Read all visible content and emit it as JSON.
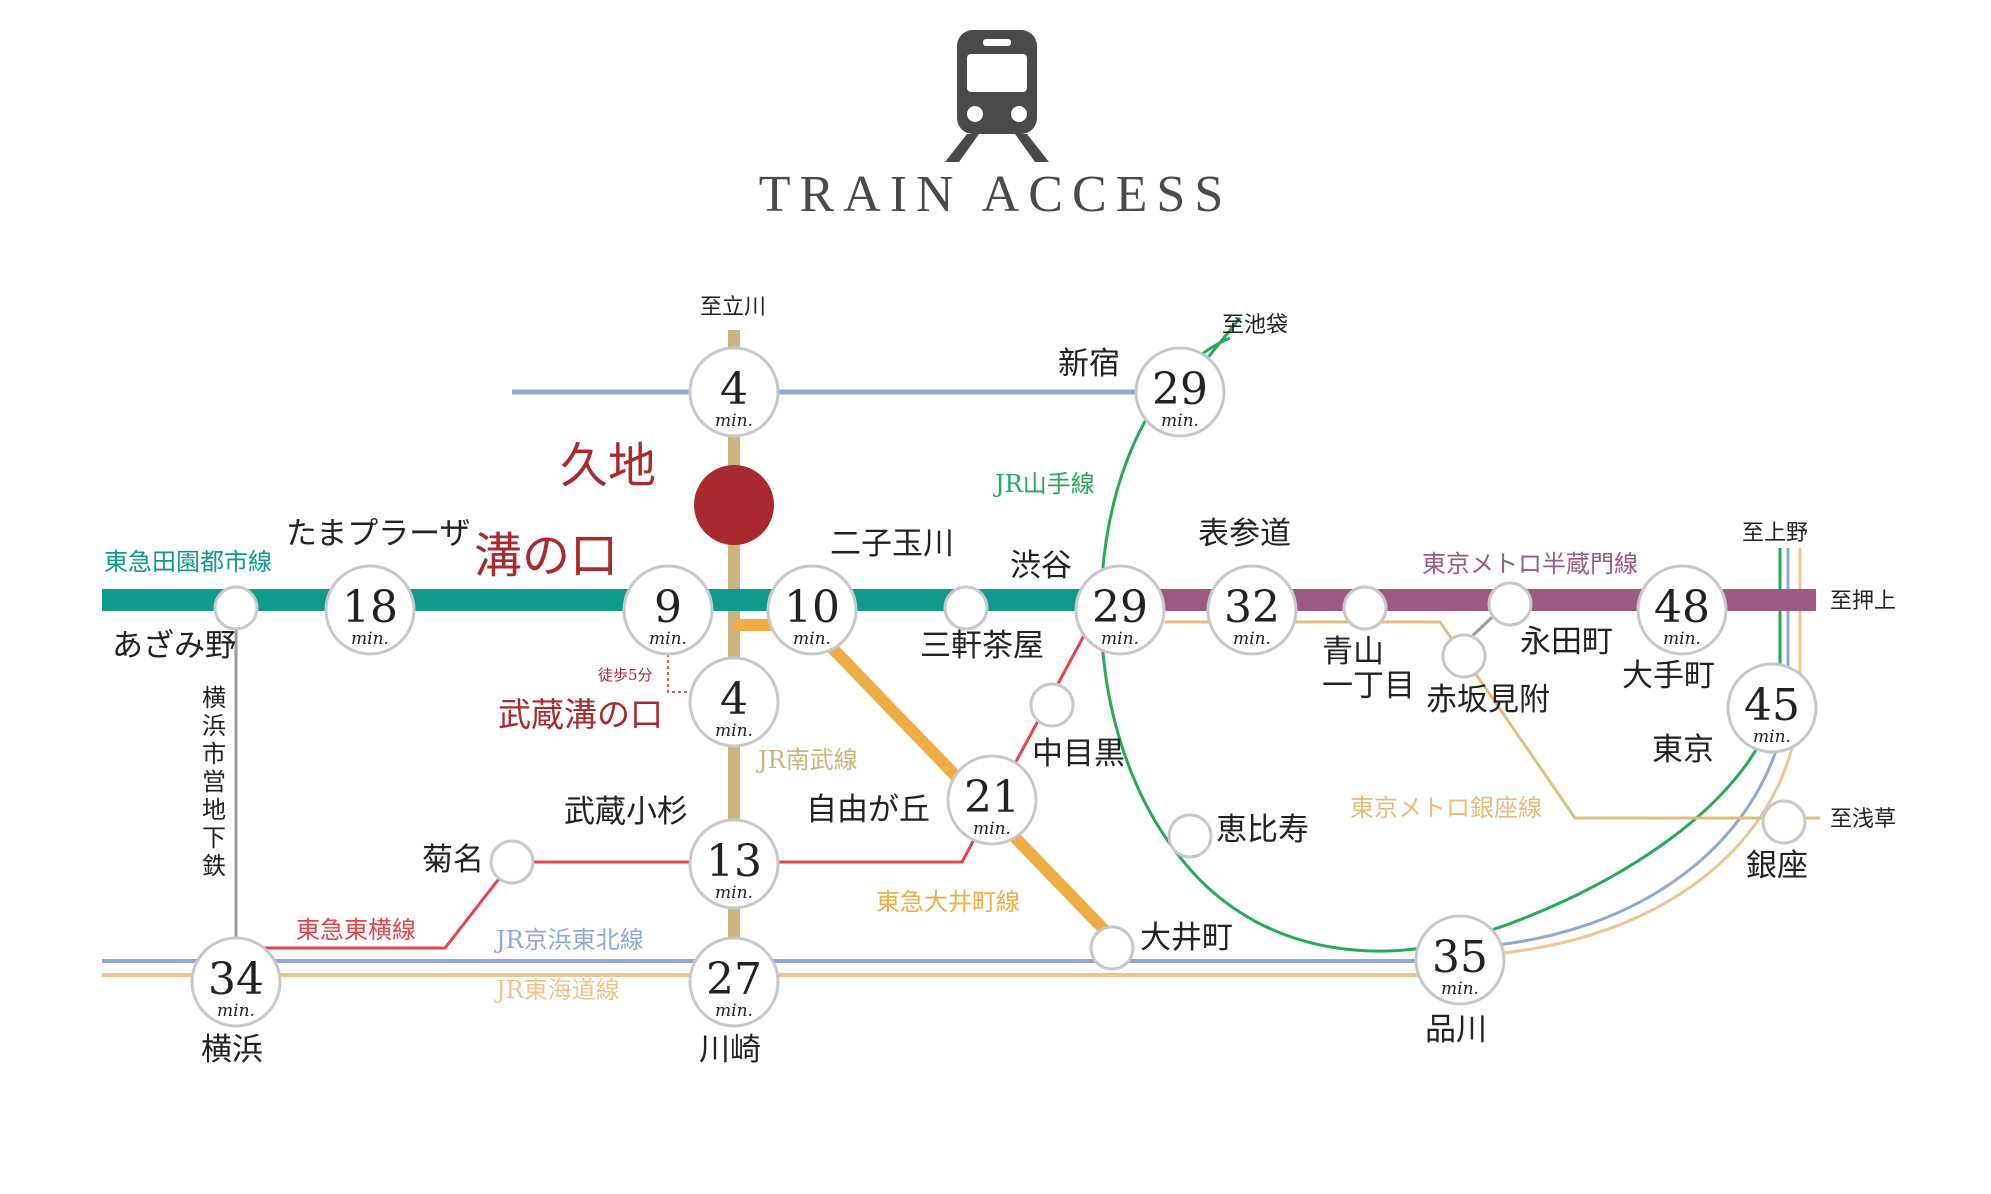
{
  "title": "TRAIN ACCESS",
  "icon": "train-icon",
  "colors": {
    "denentoshi": "#0f9a8c",
    "hanzomon": "#9b5a80",
    "nambu": "#c9b57e",
    "oimachi": "#f0ad45",
    "toyoko": "#e0464a",
    "keihin_tohoku": "#8fa9d4",
    "tokaido": "#efc48e",
    "yamanote": "#27a95a",
    "ginza": "#e3bd7e",
    "chuo": "#8fa9d4",
    "subway": "#9a9a9a",
    "home": "#a82a2e",
    "home_label": "#a82a2e"
  },
  "home": {
    "label_kuji": "久地",
    "label_mizonokuchi": "溝の口",
    "label_musashi": "武蔵溝の口",
    "walk": "徒歩5分"
  },
  "min_label": "min.",
  "stations": {
    "tachikawa_top": {
      "minutes": "4"
    },
    "shinjuku": {
      "name": "新宿",
      "minutes": "29"
    },
    "tamaplaza": {
      "name": "たまプラーザ",
      "minutes": "18"
    },
    "azamino": {
      "name": "あざみ野"
    },
    "mizonokuchi": {
      "minutes": "9"
    },
    "futakotamagawa": {
      "name": "二子玉川",
      "minutes": "10"
    },
    "sangenjaya": {
      "name": "三軒茶屋"
    },
    "shibuya": {
      "name": "渋谷",
      "minutes": "29"
    },
    "omotesando": {
      "name": "表参道",
      "minutes": "32"
    },
    "aoyama": {
      "name": "青山\n一丁目",
      "name1": "青山",
      "name2": "一丁目"
    },
    "nagatacho": {
      "name": "永田町"
    },
    "akasakamitsuke": {
      "name": "赤坂見附"
    },
    "otemachi": {
      "name": "大手町",
      "minutes": "48"
    },
    "musashimizonokuchi": {
      "minutes": "4"
    },
    "nakameguro": {
      "name": "中目黒"
    },
    "jiyugaoka": {
      "name": "自由が丘",
      "minutes": "21"
    },
    "ebisu": {
      "name": "恵比寿"
    },
    "tokyo": {
      "name": "東京",
      "minutes": "45"
    },
    "ginza": {
      "name": "銀座"
    },
    "musashikosugi": {
      "name": "武蔵小杉",
      "minutes": "13"
    },
    "kikuna": {
      "name": "菊名"
    },
    "oimachi": {
      "name": "大井町"
    },
    "yokohama": {
      "name": "横浜",
      "minutes": "34"
    },
    "kawasaki": {
      "name": "川崎",
      "minutes": "27"
    },
    "shinagawa": {
      "name": "品川",
      "minutes": "35"
    }
  },
  "destinations": {
    "tachikawa": "至立川",
    "ikebukuro": "至池袋",
    "ueno": "至上野",
    "oshiage": "至押上",
    "asakusa": "至浅草"
  },
  "lines": {
    "denentoshi": "東急田園都市線",
    "hanzomon": "東京メトロ半蔵門線",
    "yamanote": "JR山手線",
    "nambu": "JR南武線",
    "oimachi": "東急大井町線",
    "ginza": "東京メトロ銀座線",
    "toyoko": "東急東横線",
    "keihin_tohoku": "JR京浜東北線",
    "tokaido": "JR東海道線",
    "subway": "横浜市営地下鉄",
    "subway_chars": [
      "横",
      "浜",
      "市",
      "営",
      "地",
      "下",
      "鉄"
    ]
  }
}
